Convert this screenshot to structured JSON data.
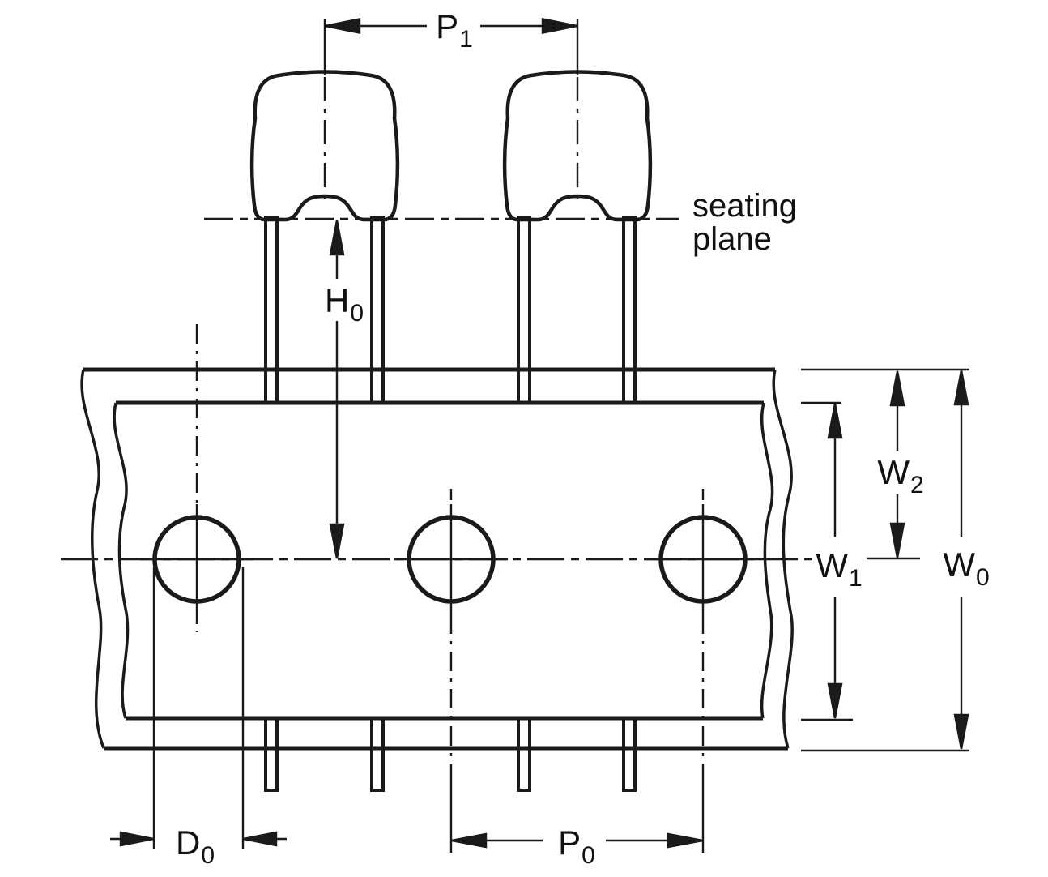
{
  "diagram": {
    "description": "Taped radial-lead capacitors on carrier tape, dimensional drawing",
    "background": "#ffffff",
    "line_color": "#1a1a1a",
    "annotations": {
      "p1": {
        "base": "P",
        "sub": "1"
      },
      "h0": {
        "base": "H",
        "sub": "0"
      },
      "w2": {
        "base": "W",
        "sub": "2"
      },
      "w1": {
        "base": "W",
        "sub": "1"
      },
      "w0": {
        "base": "W",
        "sub": "0"
      },
      "d0": {
        "base": "D",
        "sub": "0"
      },
      "p0": {
        "base": "P",
        "sub": "0"
      },
      "seating_plane": {
        "line1": "seating",
        "line2": "plane"
      }
    }
  }
}
